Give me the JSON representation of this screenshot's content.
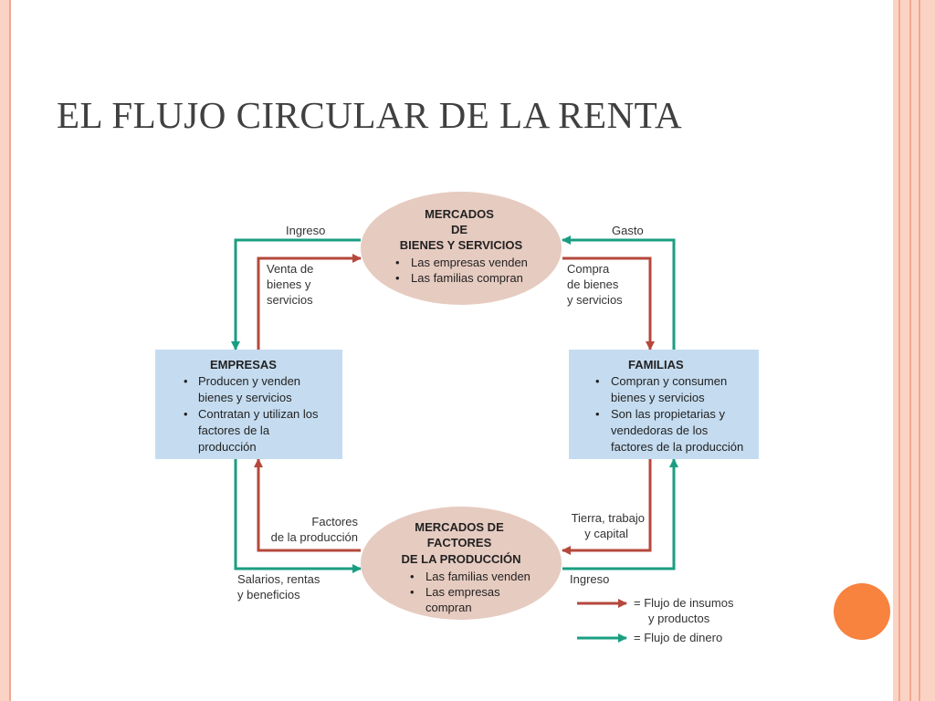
{
  "title": "EL FLUJO CIRCULAR DE LA RENTA",
  "colors": {
    "product_flow": "#b5483c",
    "money_flow": "#1a9e82",
    "box_fill": "#c5dcf0",
    "ellipse_fill": "#e6cbc0",
    "accent": "#f7833f"
  },
  "market_goods": {
    "title_lines": [
      "MERCADOS",
      "DE",
      "BIENES Y SERVICIOS"
    ],
    "items": [
      "Las empresas venden",
      "Las familias compran"
    ]
  },
  "market_factors": {
    "title_lines": [
      "MERCADOS DE",
      "FACTORES",
      "DE LA PRODUCCIÓN"
    ],
    "items": [
      "Las familias venden",
      "Las empresas",
      "compran"
    ]
  },
  "firms": {
    "title": "EMPRESAS",
    "items": [
      "Producen y venden",
      "bienes y servicios",
      "Contratan y utilizan los",
      "factores de la",
      "producción"
    ]
  },
  "households": {
    "title": "FAMILIAS",
    "items": [
      "Compran y consumen",
      "bienes y servicios",
      "Son las propietarias y",
      "vendedoras de los",
      "factores de la producción"
    ]
  },
  "flow_labels": {
    "ingreso_top": "Ingreso",
    "gasto": "Gasto",
    "venta": [
      "Venta de",
      "bienes y",
      "servicios"
    ],
    "compra": [
      "Compra",
      "de bienes",
      "y servicios"
    ],
    "factores": [
      "Factores",
      "de la producción"
    ],
    "tierra": [
      "Tierra, trabajo",
      "y capital"
    ],
    "salarios": [
      "Salarios, rentas",
      "y beneficios"
    ],
    "ingreso_bottom": "Ingreso"
  },
  "legend": {
    "product": [
      "= Flujo de insumos",
      "y productos"
    ],
    "money": "= Flujo de dinero"
  }
}
